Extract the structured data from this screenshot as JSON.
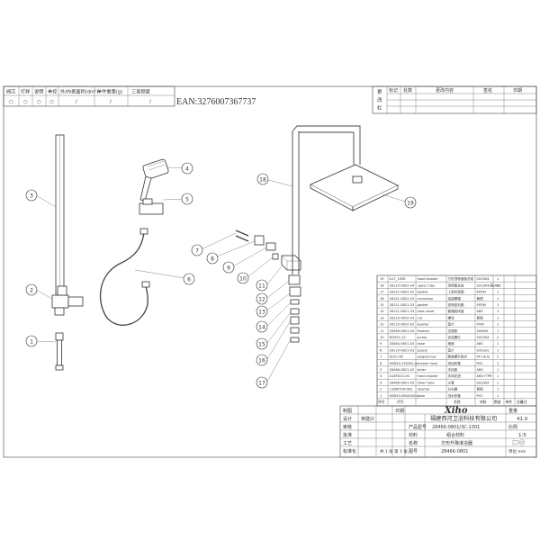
{
  "ean": "EAN:3276007367737",
  "spec_table": {
    "headers": [
      "阀芯",
      "打样",
      "说明",
      "单控",
      "外/内表面积(dm²)",
      "单件重量(g)",
      "三氯频度"
    ],
    "values": [
      "○",
      "○",
      "○",
      "○",
      "/",
      "/",
      "/"
    ]
  },
  "revision_block": {
    "side_label": [
      "更",
      "改",
      "栏"
    ],
    "headers": [
      "标记",
      "处数",
      "更改内容",
      "签名",
      "日期"
    ]
  },
  "callouts": [
    "1",
    "2",
    "3",
    "4",
    "5",
    "6",
    "7",
    "8",
    "9",
    "10",
    "11",
    "12",
    "13",
    "14",
    "15",
    "16",
    "17",
    "18",
    "19"
  ],
  "bom": {
    "rows": [
      {
        "no": "19",
        "code": "A17_10SR",
        "name_en": "head shower",
        "name_cn": "方形顶喷面板总成",
        "material": "SUS304",
        "qty": "1"
      },
      {
        "no": "18",
        "code": "28125-0822-04",
        "name_en": "upper tube",
        "name_cn": "顶喷管总成",
        "material": "SUS304/铜/ABS",
        "qty": "1"
      },
      {
        "no": "17",
        "code": "28121-0822-02",
        "name_en": "gasket",
        "name_cn": "上密封垫圈",
        "material": "EPDM",
        "qty": "1"
      },
      {
        "no": "16",
        "code": "28121-0822-03",
        "name_en": "connector",
        "name_cn": "连接螺帽",
        "material": "黄铜",
        "qty": "1"
      },
      {
        "no": "15",
        "code": "28121-0821-02",
        "name_en": "gasket",
        "name_cn": "滤网密封圈",
        "material": "EPDM",
        "qty": "1"
      },
      {
        "no": "14",
        "code": "28121-0821-03",
        "name_en": "tube cover",
        "name_cn": "管路装饰盖",
        "material": "ABS",
        "qty": "1"
      },
      {
        "no": "13",
        "code": "28119-0810-03",
        "name_en": "nut",
        "name_cn": "螺母",
        "material": "黄铜",
        "qty": "1"
      },
      {
        "no": "12",
        "code": "28119-0810-02",
        "name_en": "washer",
        "name_cn": "垫片",
        "material": "POM",
        "qty": "1"
      },
      {
        "no": "11",
        "code": "28466-0801-04",
        "name_en": "fixation",
        "name_cn": "支撑座",
        "material": "ZAMAK",
        "qty": "1"
      },
      {
        "no": "10",
        "code": "BCM21-22",
        "name_en": "screw",
        "name_cn": "自攻螺钉",
        "material": "SUS304",
        "qty": "2"
      },
      {
        "no": "9",
        "code": "28464-0801-03",
        "name_en": "base",
        "name_cn": "墙座",
        "material": "ABS",
        "qty": "1"
      },
      {
        "no": "8",
        "code": "28119-0821-03",
        "name_en": "spacer",
        "name_cn": "垫片",
        "material": "Silicone",
        "qty": "1"
      },
      {
        "no": "7",
        "code": "Q021-65",
        "name_en": "plug&screw",
        "name_cn": "膨胀螺钉组合",
        "material": "PP+SUS",
        "qty": "2"
      },
      {
        "no": "6",
        "code": "M0630-150261-A",
        "name_en": "shower hose",
        "name_cn": "淋浴软管",
        "material": "PVC",
        "qty": "1"
      },
      {
        "no": "5",
        "code": "28466-0821-02",
        "name_en": "slider",
        "name_cn": "手持座",
        "material": "ABS",
        "qty": "1"
      },
      {
        "no": "4",
        "code": "A16FD10-00",
        "name_en": "hand shower",
        "name_cn": "手持花洒",
        "material": "ABS+TPR",
        "qty": "1"
      },
      {
        "no": "3",
        "code": "28466-0801-03",
        "name_en": "lower tube",
        "name_cn": "立管",
        "material": "SUS304",
        "qty": "1"
      },
      {
        "no": "2",
        "code": "C1BWT06-0B1",
        "name_en": "diverter",
        "name_cn": "分水器",
        "material": "黄铜",
        "qty": "1"
      },
      {
        "no": "1",
        "code": "M0630-0800261-A",
        "name_en": "hose",
        "name_cn": "进水软管",
        "material": "PVC",
        "qty": "1"
      }
    ],
    "header": {
      "no": "序号",
      "code": "代号",
      "name_cn": "名称",
      "material": "材料",
      "qty": "数量",
      "weight": "单件",
      "total": "总计",
      "remark": "备注"
    }
  },
  "title_block": {
    "logo": "Xiho",
    "company": "福建西河卫浴科技有限公司",
    "product_label": "产品型号",
    "product_no": "28466-0801/3C-1301",
    "drawing_no_label": "图号",
    "drawing_no": "28466-0801",
    "material_label": "材料",
    "material": "组合材料",
    "name_label": "名称",
    "name": "方形升降淋浴器",
    "scale_label": "比例",
    "scale": "1:5",
    "weight_label": "重量",
    "weight": "41.0",
    "sheet_label": "共 1 张 第 1 张",
    "rows_left": [
      "制图",
      "设计",
      "审核",
      "批准",
      "工艺",
      "标准化"
    ],
    "designer": "钟建兴",
    "date_label": "日期",
    "unit_label": "单位 mm"
  }
}
